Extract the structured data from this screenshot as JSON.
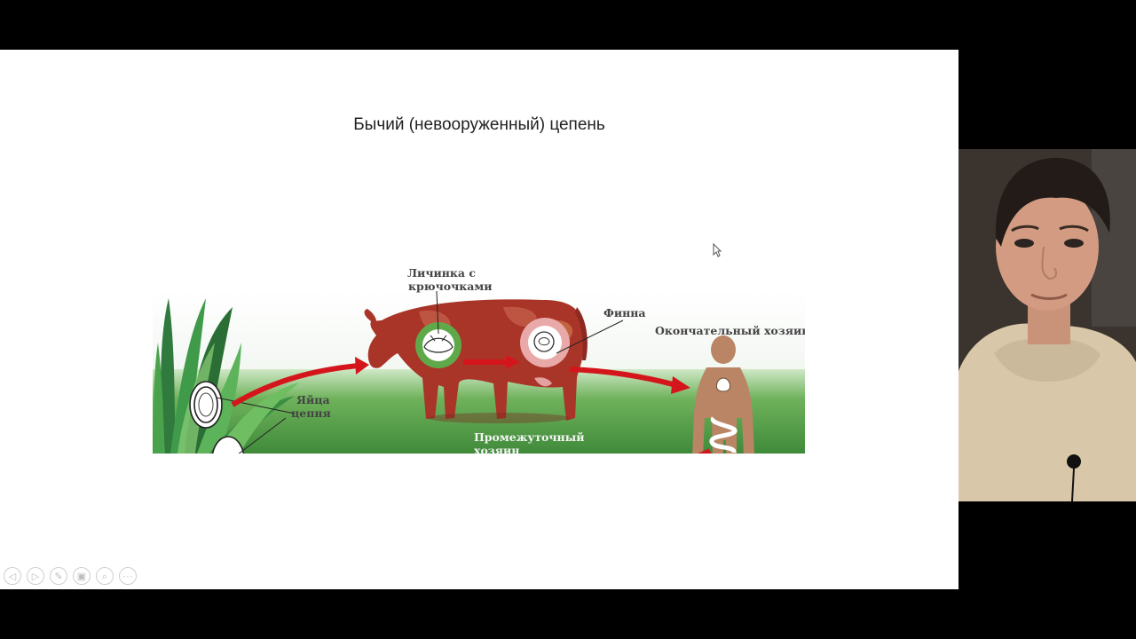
{
  "slide": {
    "title": "Бычий (невооруженный) цепень",
    "labels": {
      "larva_line1": "Личинка с",
      "larva_line2": "крючочками",
      "finna": "Финна",
      "definitive_host": "Окончательный хозяин",
      "eggs_line1": "Яйца",
      "eggs_line2": "цепня",
      "intermediate_line1": "Промежуточный",
      "intermediate_line2": "хозяин"
    }
  },
  "toolbar": {
    "buttons": [
      {
        "name": "prev-icon",
        "glyph": "◁"
      },
      {
        "name": "next-icon",
        "glyph": "▷"
      },
      {
        "name": "pen-icon",
        "glyph": "✎"
      },
      {
        "name": "slides-icon",
        "glyph": "▣"
      },
      {
        "name": "zoom-icon",
        "glyph": "⌕"
      },
      {
        "name": "more-icon",
        "glyph": "···"
      }
    ]
  },
  "colors": {
    "arrow": "#d4161c",
    "grass_dark": "#2f7a3c",
    "ground": "#4f9a45",
    "cow": "#a93428",
    "human": "#b98565"
  }
}
